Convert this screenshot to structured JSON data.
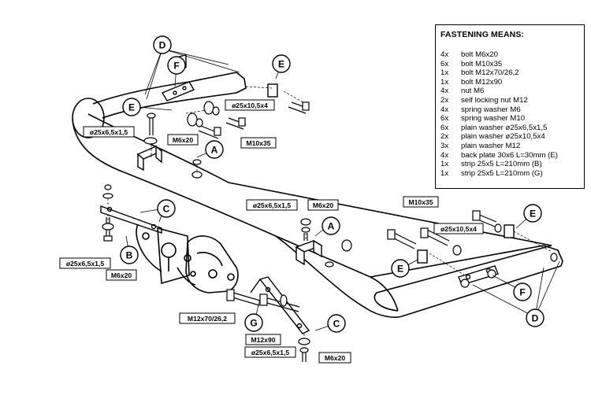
{
  "legend": {
    "title": "FASTENING MEANS:",
    "rows": [
      {
        "qty": "4x",
        "desc": "bolt M6x20"
      },
      {
        "qty": "6x",
        "desc": "bolt M10x35"
      },
      {
        "qty": "1x",
        "desc": "bolt M12x70/26,2"
      },
      {
        "qty": "1x",
        "desc": "bolt M12x90"
      },
      {
        "qty": "4x",
        "desc": "nut M6"
      },
      {
        "qty": "2x",
        "desc": "self locking nut M12"
      },
      {
        "qty": "4x",
        "desc": "spring washer M6"
      },
      {
        "qty": "6x",
        "desc": "spring washer M10"
      },
      {
        "qty": "6x",
        "desc": "plain washer ø25x6,5x1,5"
      },
      {
        "qty": "2x",
        "desc": "plain washer ø25x10,5x4"
      },
      {
        "qty": "3x",
        "desc": "plain washer M12"
      },
      {
        "qty": "4x",
        "desc": "back plate 30x6 L=30mm (E)"
      },
      {
        "qty": "1x",
        "desc": "strip 25x5 L=210mm (B)"
      },
      {
        "qty": "1x",
        "desc": "strip 25x5 L=210mm (G)"
      }
    ]
  },
  "callouts": {
    "A": "A",
    "B": "B",
    "C": "C",
    "D": "D",
    "E": "E",
    "F": "F",
    "G": "G"
  },
  "part_labels": {
    "washer_25x10_5x4": "ø25x10,5x4",
    "bolt_m10x35": "M10x35",
    "washer_25x6_5x1_5": "ø25x6,5x1,5",
    "bolt_m6x20": "M6x20",
    "bolt_m12x70": "M12x70/26,2",
    "bolt_m12x90": "M12x90"
  }
}
